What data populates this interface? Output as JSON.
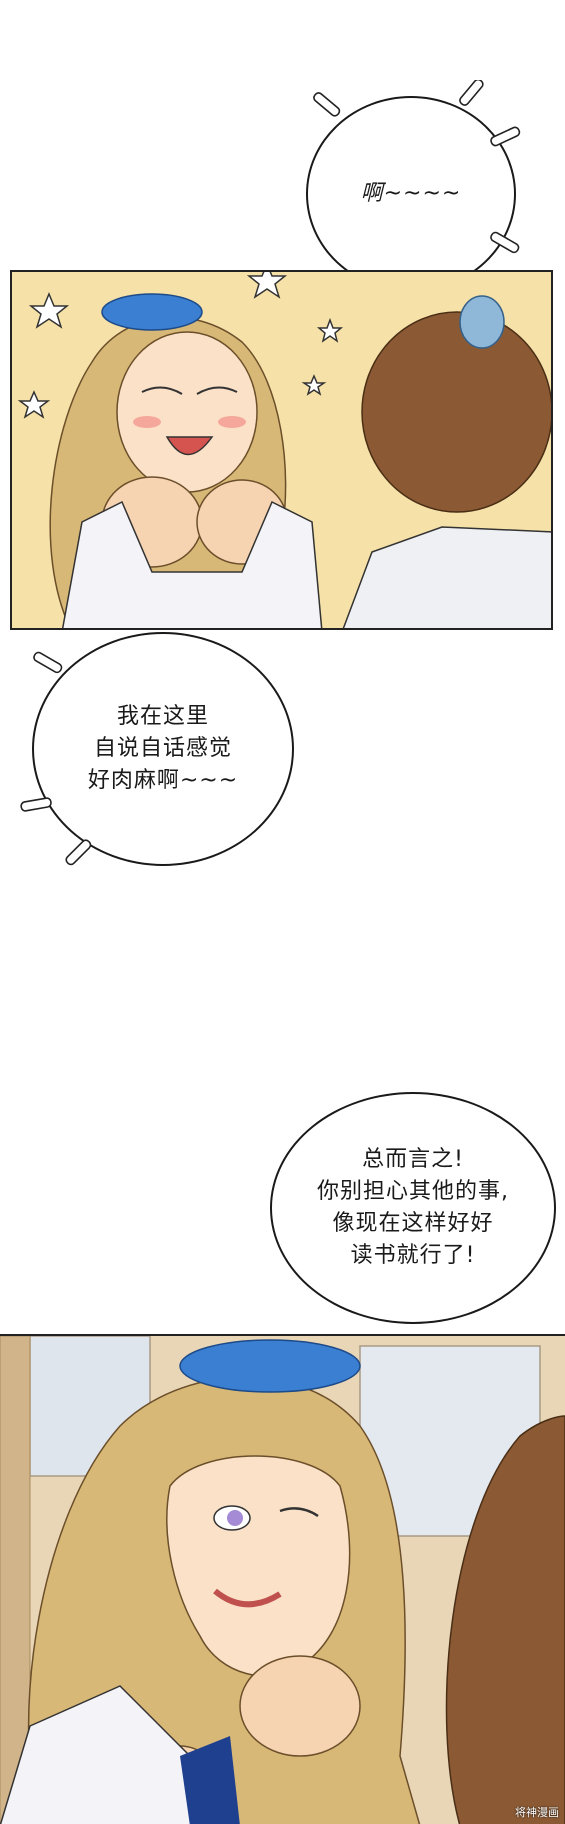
{
  "bubbles": {
    "b1": "啊~~~~",
    "b2": "我在这里\n自说自话感觉\n好肉麻啊~~~",
    "b3": "总而言之!\n你别担心其他的事,\n像现在这样好好\n读书就行了!"
  },
  "watermark": "将神漫画",
  "colors": {
    "panel1_bg": "#f6e2a8",
    "hair_blonde": "#d8b877",
    "hair_brown": "#8b5a34",
    "scrunchie_blue": "#3a7fd2",
    "uniform": "#f4f4f8"
  }
}
